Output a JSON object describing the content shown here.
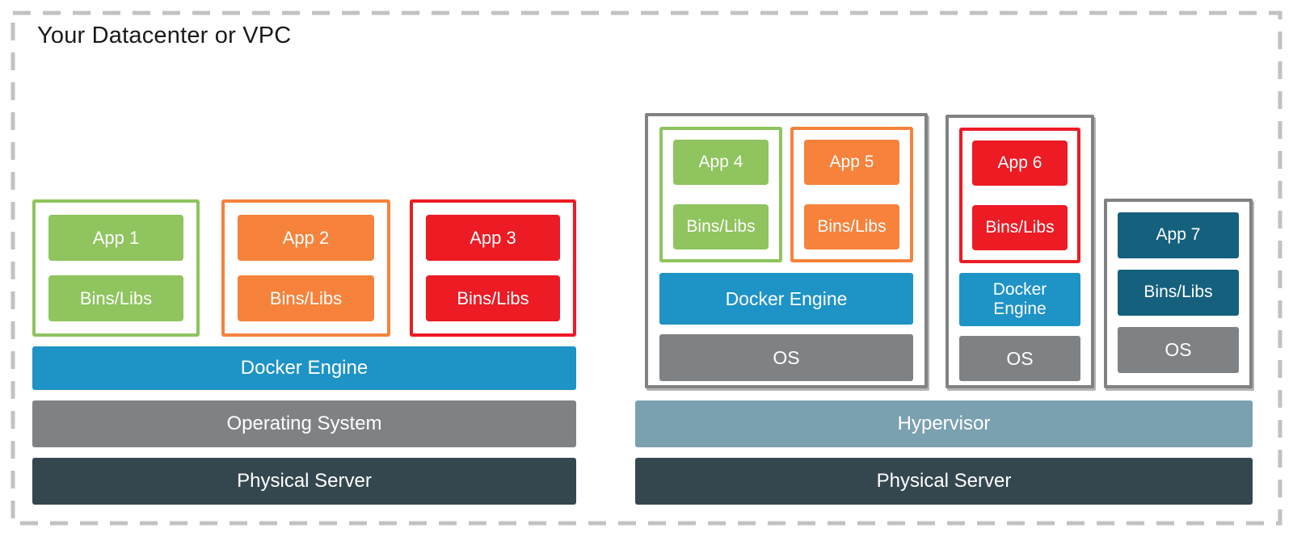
{
  "title": "Your Datacenter or VPC",
  "colors": {
    "green": "#8FC45E",
    "orange": "#F6823C",
    "red": "#EC1B24",
    "blue": "#1E93C6",
    "gray": "#7F8285",
    "slate": "#35474E",
    "steel": "#7BA1B0",
    "teal": "#15607D",
    "vmborder": "#808284",
    "dash": "#C2C2C2",
    "titlecolor": "#1A1A1A"
  },
  "left_host": {
    "containers": [
      {
        "app": "App 1",
        "bins": "Bins/Libs"
      },
      {
        "app": "App 2",
        "bins": "Bins/Libs"
      },
      {
        "app": "App 3",
        "bins": "Bins/Libs"
      }
    ],
    "docker_engine": "Docker Engine",
    "os": "Operating System",
    "server": "Physical Server"
  },
  "right_host": {
    "vm1": {
      "containers": [
        {
          "app": "App 4",
          "bins": "Bins/Libs"
        },
        {
          "app": "App 5",
          "bins": "Bins/Libs"
        }
      ],
      "docker_engine": "Docker Engine",
      "os": "OS"
    },
    "vm2": {
      "containers": [
        {
          "app": "App 6",
          "bins": "Bins/Libs"
        }
      ],
      "docker_engine": "Docker Engine",
      "os": "OS"
    },
    "vm3": {
      "app": "App 7",
      "bins": "Bins/Libs",
      "os": "OS"
    },
    "hypervisor": "Hypervisor",
    "server": "Physical Server"
  }
}
